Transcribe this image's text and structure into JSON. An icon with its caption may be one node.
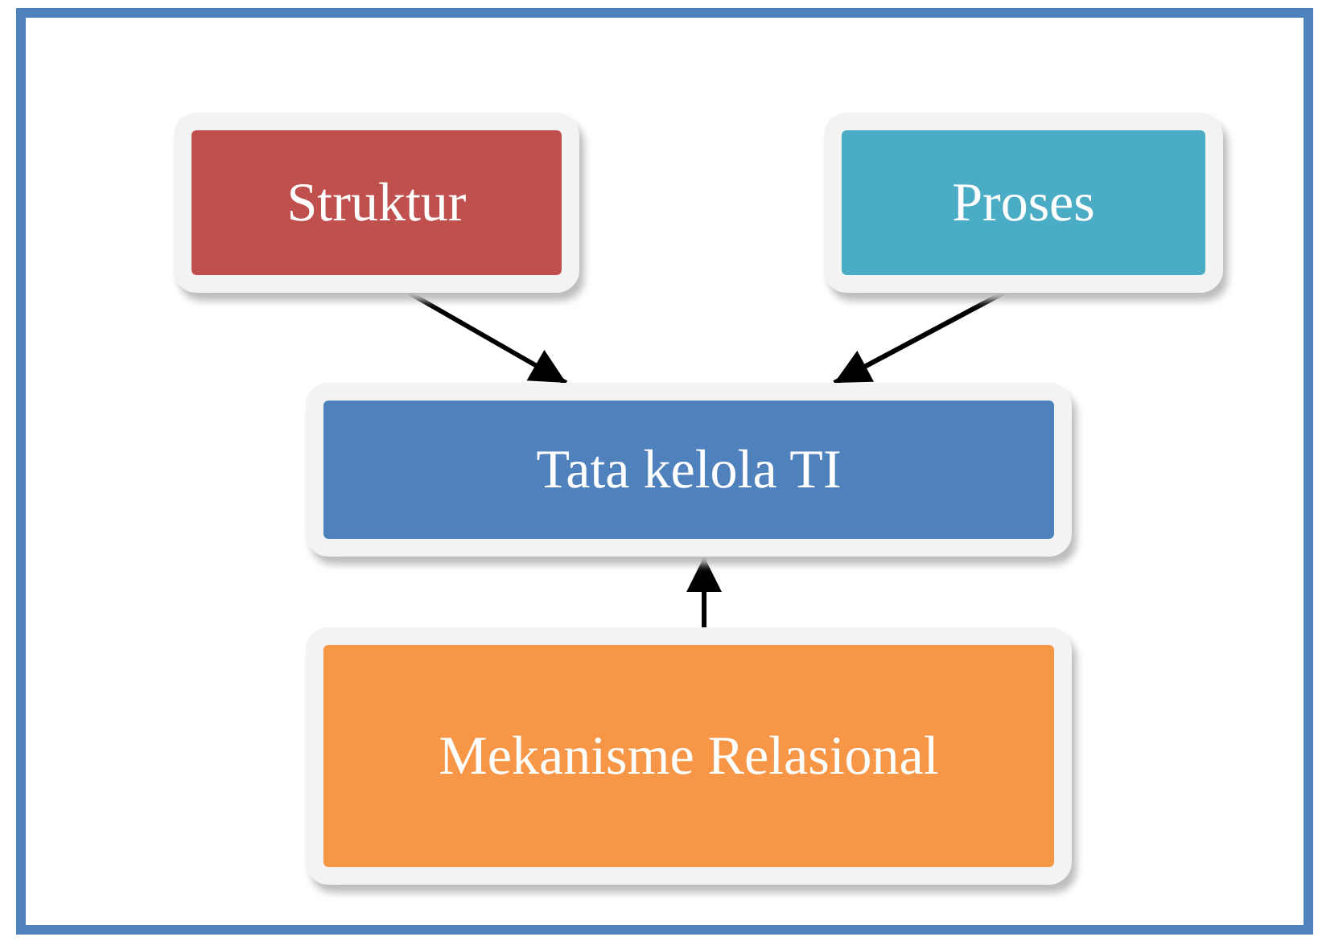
{
  "diagram": {
    "nodes": [
      {
        "text": [
          "Struktur"
        ]
      },
      {
        "text": [
          "Proses"
        ]
      },
      {
        "text": [
          "Tata kelola TI"
        ]
      },
      {
        "text": [
          "Mekanisme Relasional"
        ]
      }
    ],
    "edges": [
      {
        "from": 0,
        "to": 2,
        "arrow": "to"
      },
      {
        "from": 1,
        "to": 2,
        "arrow": "to"
      },
      {
        "from": 3,
        "to": 2,
        "arrow": "to"
      }
    ]
  }
}
